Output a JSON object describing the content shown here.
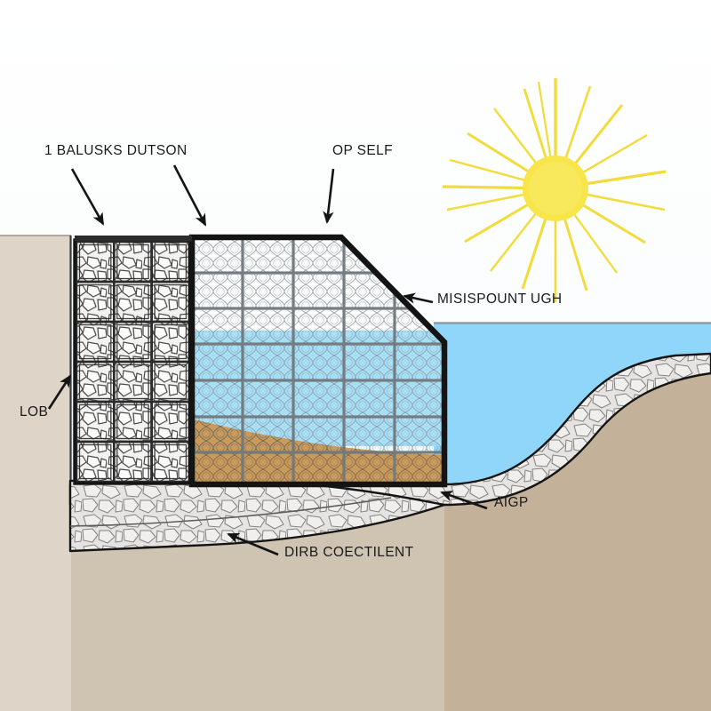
{
  "diagram": {
    "title": "Coastal Gabion Retaining Wall Cross-Section",
    "labels": {
      "gabion_baskets": "1 BALUSKS DUTSON",
      "geotextile_top": "OP SELF",
      "water_level": "MISISPOUNT UGH",
      "riprap_slope": "AIGP",
      "base_course": "DIRB COECTILENT",
      "backfill_soil": "LOB"
    },
    "colors": {
      "sky_top": "#ffffff",
      "sky_bottom": "#d8eef8",
      "water": "#8fd6fa",
      "waterline": "#8d9ba3",
      "soil_right": "#c4b199",
      "soil_left": "#ded5c8",
      "sand_fill": "#c89a5e",
      "mesh_blue": "#8fd6fa",
      "stone_fill": "#eceae7",
      "stone_stroke": "#6e6e6e",
      "outline": "#141414",
      "sun_core": "#f5e githubusercontent",
      "sun_body": "#f7e54a",
      "sun_ray": "#f2dc3c",
      "label_text": "#1a1a1a"
    },
    "structure": {
      "gabion_columns": 3,
      "gabion_rows": 6,
      "mesh_columns": 5,
      "mesh_rows": 7,
      "sun_rays": 20
    }
  }
}
